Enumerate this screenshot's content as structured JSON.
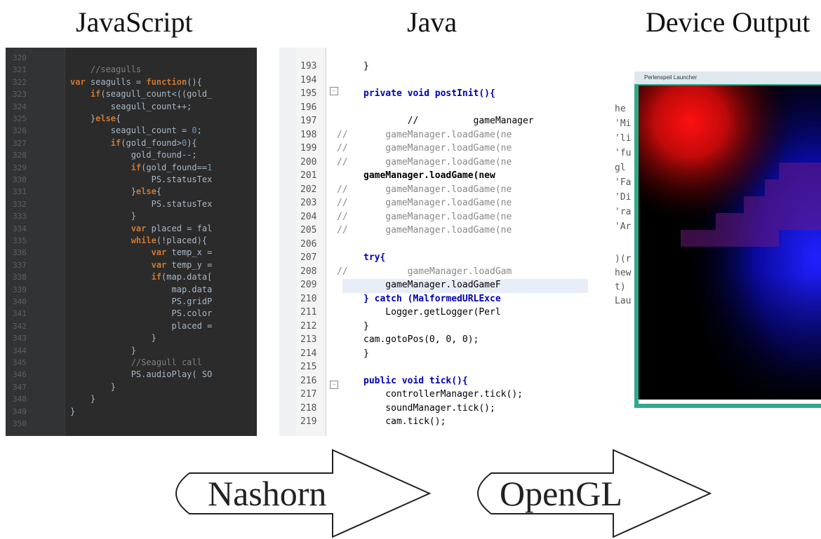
{
  "headings": {
    "javascript": "JavaScript",
    "java": "Java",
    "device_output": "Device Output"
  },
  "javascript_editor": {
    "lines": [
      {
        "num": "320",
        "code": ""
      },
      {
        "num": "321",
        "code": "    //seagulls"
      },
      {
        "num": "322",
        "code": "var seagulls = function(){"
      },
      {
        "num": "323",
        "code": "    if(seagull_count<((gold_"
      },
      {
        "num": "324",
        "code": "        seagull_count++;"
      },
      {
        "num": "325",
        "code": "    }else{"
      },
      {
        "num": "326",
        "code": "        seagull_count = 0;"
      },
      {
        "num": "327",
        "code": "        if(gold_found>0){"
      },
      {
        "num": "328",
        "code": "            gold_found--;"
      },
      {
        "num": "329",
        "code": "            if(gold_found==1"
      },
      {
        "num": "330",
        "code": "                PS.statusTex"
      },
      {
        "num": "331",
        "code": "            }else{"
      },
      {
        "num": "332",
        "code": "                PS.statusTex"
      },
      {
        "num": "333",
        "code": "            }"
      },
      {
        "num": "334",
        "code": "            var placed = fal"
      },
      {
        "num": "335",
        "code": "            while(!placed){"
      },
      {
        "num": "336",
        "code": "                var temp_x ="
      },
      {
        "num": "337",
        "code": "                var temp_y ="
      },
      {
        "num": "338",
        "code": "                if(map.data["
      },
      {
        "num": "339",
        "code": "                    map.data"
      },
      {
        "num": "340",
        "code": "                    PS.gridP"
      },
      {
        "num": "341",
        "code": "                    PS.color"
      },
      {
        "num": "342",
        "code": "                    placed ="
      },
      {
        "num": "343",
        "code": "                }"
      },
      {
        "num": "344",
        "code": "            }"
      },
      {
        "num": "345",
        "code": "            //Seagull call"
      },
      {
        "num": "346",
        "code": "            PS.audioPlay( SO"
      },
      {
        "num": "347",
        "code": "        }"
      },
      {
        "num": "348",
        "code": "    }"
      },
      {
        "num": "349",
        "code": "}"
      },
      {
        "num": "350",
        "code": ""
      }
    ]
  },
  "java_editor": {
    "lines": [
      {
        "num": "193",
        "mark": "",
        "code": "}"
      },
      {
        "num": "194",
        "mark": "",
        "code": ""
      },
      {
        "num": "195",
        "mark": "",
        "code": "private void postInit(){"
      },
      {
        "num": "196",
        "mark": "",
        "code": ""
      },
      {
        "num": "197",
        "mark": "",
        "code": "        //          gameManager"
      },
      {
        "num": "198",
        "mark": "//",
        "code": "    gameManager.loadGame(ne"
      },
      {
        "num": "199",
        "mark": "//",
        "code": "    gameManager.loadGame(ne"
      },
      {
        "num": "200",
        "mark": "//",
        "code": "    gameManager.loadGame(ne"
      },
      {
        "num": "201",
        "mark": "",
        "code": "gameManager.loadGame(new"
      },
      {
        "num": "202",
        "mark": "//",
        "code": "    gameManager.loadGame(ne"
      },
      {
        "num": "203",
        "mark": "//",
        "code": "    gameManager.loadGame(ne"
      },
      {
        "num": "204",
        "mark": "//",
        "code": "    gameManager.loadGame(ne"
      },
      {
        "num": "205",
        "mark": "//",
        "code": "    gameManager.loadGame(ne"
      },
      {
        "num": "206",
        "mark": "",
        "code": ""
      },
      {
        "num": "207",
        "mark": "",
        "code": "try{"
      },
      {
        "num": "208",
        "mark": "//",
        "code": "        gameManager.loadGam"
      },
      {
        "num": "209",
        "mark": "",
        "code": "    gameManager.loadGameF"
      },
      {
        "num": "210",
        "mark": "",
        "code": "} catch (MalformedURLExce"
      },
      {
        "num": "211",
        "mark": "",
        "code": "    Logger.getLogger(Perl"
      },
      {
        "num": "212",
        "mark": "",
        "code": "}"
      },
      {
        "num": "213",
        "mark": "",
        "code": "cam.gotoPos(0, 0, 0);"
      },
      {
        "num": "214",
        "mark": "",
        "code": "}"
      },
      {
        "num": "215",
        "mark": "",
        "code": ""
      },
      {
        "num": "216",
        "mark": "",
        "code": "public void tick(){"
      },
      {
        "num": "217",
        "mark": "",
        "code": "    controllerManager.tick();"
      },
      {
        "num": "218",
        "mark": "",
        "code": "    soundManager.tick();"
      },
      {
        "num": "219",
        "mark": "",
        "code": "    cam.tick();"
      }
    ]
  },
  "device_output": {
    "window_title": "Perlenspeil Launcher",
    "background_text": [
      "he",
      "'Mi",
      "'li",
      "'fu",
      "gl",
      "'Fa",
      "'Di",
      "'ra",
      "'Ar",
      ")(r",
      "hew",
      "t)",
      "Lau"
    ]
  },
  "arrows": [
    {
      "label": "Nashorn"
    },
    {
      "label": "OpenGL"
    }
  ]
}
